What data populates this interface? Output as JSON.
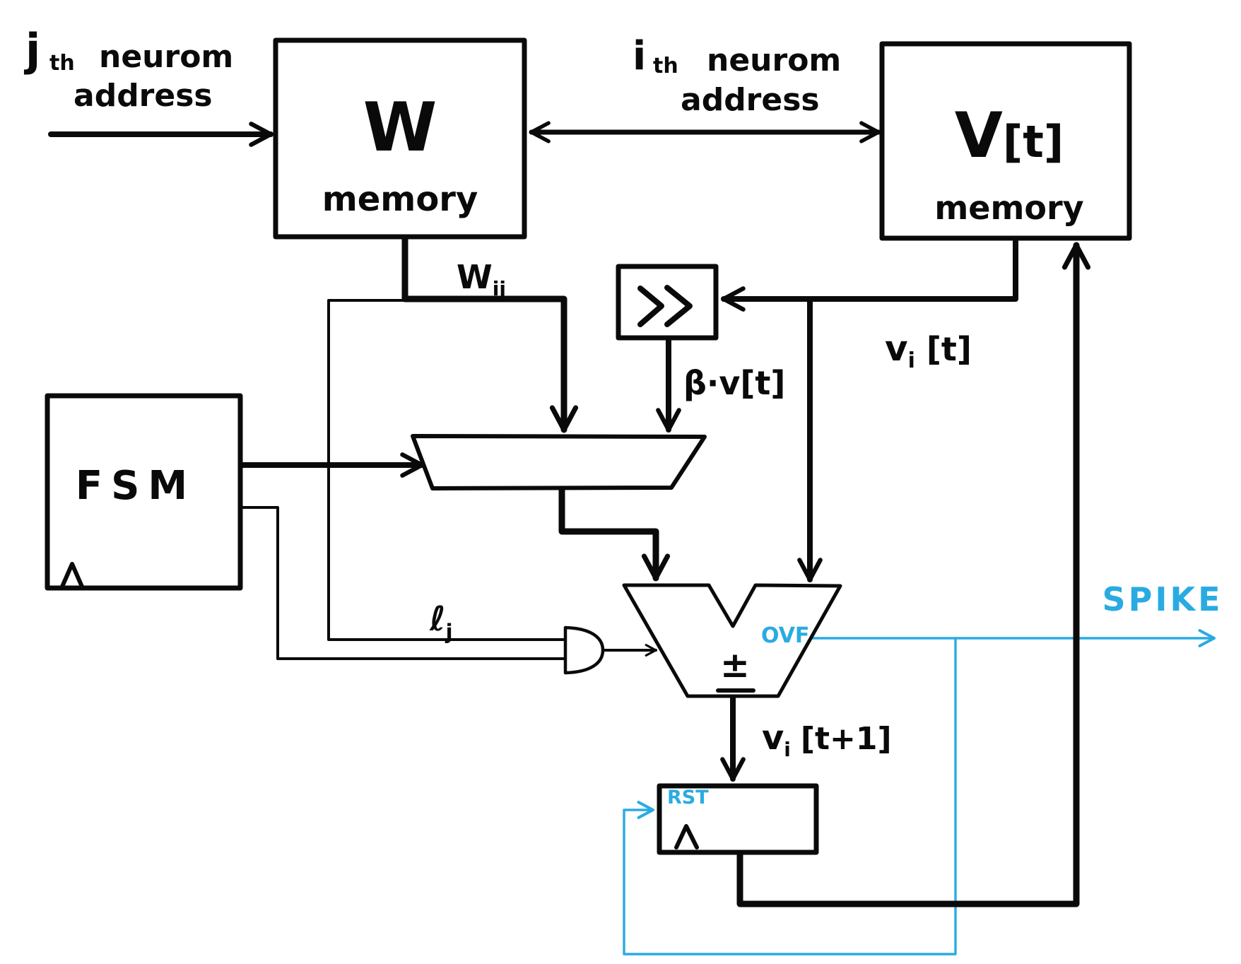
{
  "colors": {
    "ink": "#0a0a0a",
    "accent": "#29abe2",
    "paper": "#ffffff"
  },
  "blocks": {
    "w_memory": {
      "title": "W",
      "subtitle": "memory"
    },
    "v_memory": {
      "title_base": "V",
      "title_index": "[t]",
      "subtitle": "memory"
    },
    "fsm": {
      "title": "FSM"
    },
    "shifter": {
      "symbol": "≫"
    },
    "register": {
      "reset_label": "RST"
    },
    "alu": {
      "op_symbol": "±",
      "overflow_label": "OVF"
    }
  },
  "labels": {
    "j_address": {
      "index": "j",
      "suffix": "th",
      "word1": "neurom",
      "word2": "address"
    },
    "i_address": {
      "index": "i",
      "suffix": "th",
      "word1": "neurom",
      "word2": "address"
    },
    "weight": {
      "base": "W",
      "sub": "ij"
    },
    "beta_v": "β·v[t]",
    "v_t": {
      "base": "v",
      "sub": "i",
      "rest": "[t]"
    },
    "e_j": {
      "base": "ℓ",
      "sub": "j"
    },
    "v_t_next": {
      "base": "v",
      "sub": "i",
      "rest": "[t+1]"
    },
    "spike": "SPIKE"
  }
}
